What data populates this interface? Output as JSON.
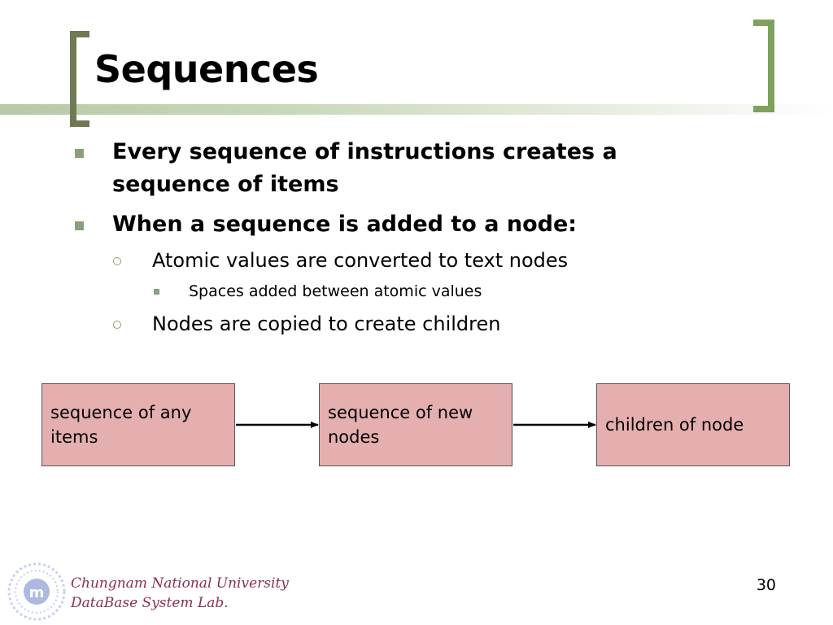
{
  "slide": {
    "title": "Sequences",
    "bullets": [
      {
        "level": 1,
        "text": "Every sequence of instructions creates a"
      },
      {
        "level": 1,
        "text": "sequence of items"
      },
      {
        "level": 1,
        "text": "When a sequence is added to a node:"
      },
      {
        "level": 2,
        "text": "Atomic values are converted to text nodes"
      },
      {
        "level": 3,
        "text": "Spaces added between atomic values"
      },
      {
        "level": 2,
        "text": "Nodes are copied to create children"
      }
    ],
    "flow": {
      "boxes": [
        {
          "line1": "sequence of any",
          "line2": "items"
        },
        {
          "line1": "sequence of new",
          "line2": "nodes"
        },
        {
          "line1": "children of node",
          "line2": ""
        }
      ],
      "box_color": "#e5afaf",
      "arrow_color": "#000000"
    },
    "footer": {
      "line1": "Chungnam National University",
      "line2": "DataBase System Lab.",
      "page_number": "30"
    },
    "accent_color": "#8aa07a",
    "bracket_left_color": "#6f7a55",
    "bracket_right_color": "#7fa15e"
  }
}
